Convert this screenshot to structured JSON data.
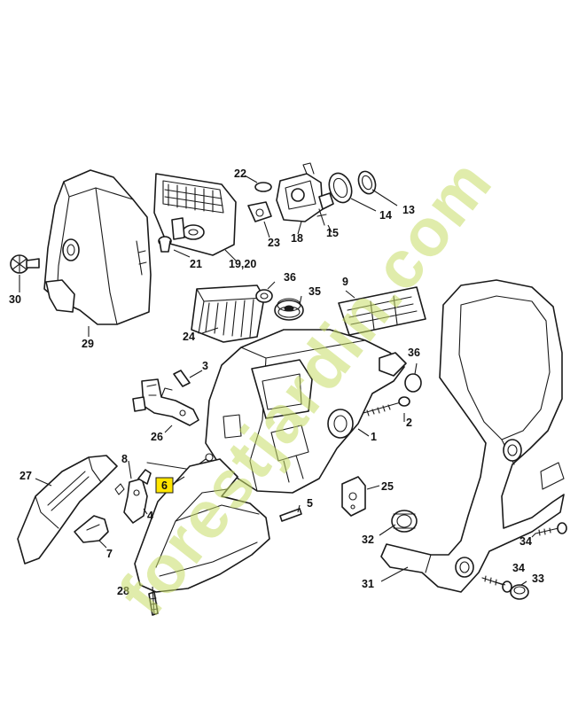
{
  "diagram": {
    "watermark_text": "forestjardin.com",
    "highlighted_label": "6",
    "highlight_color": "#ffe500",
    "watermark_color": "#c8dd68",
    "labels": {
      "l1": "1",
      "l2": "2",
      "l3": "3",
      "l4": "4",
      "l5": "5",
      "l6": "6",
      "l7": "7",
      "l8": "8",
      "l9": "9",
      "l13": "13",
      "l14": "14",
      "l15": "15",
      "l18": "18",
      "l1920": "19,20",
      "l21": "21",
      "l22": "22",
      "l23": "23",
      "l24": "24",
      "l25": "25",
      "l26": "26",
      "l27": "27",
      "l28": "28",
      "l29": "29",
      "l30": "30",
      "l31": "31",
      "l32": "32",
      "l33": "33",
      "l34a": "34",
      "l34b": "34",
      "l35": "35",
      "l36a": "36",
      "l36b": "36"
    }
  }
}
